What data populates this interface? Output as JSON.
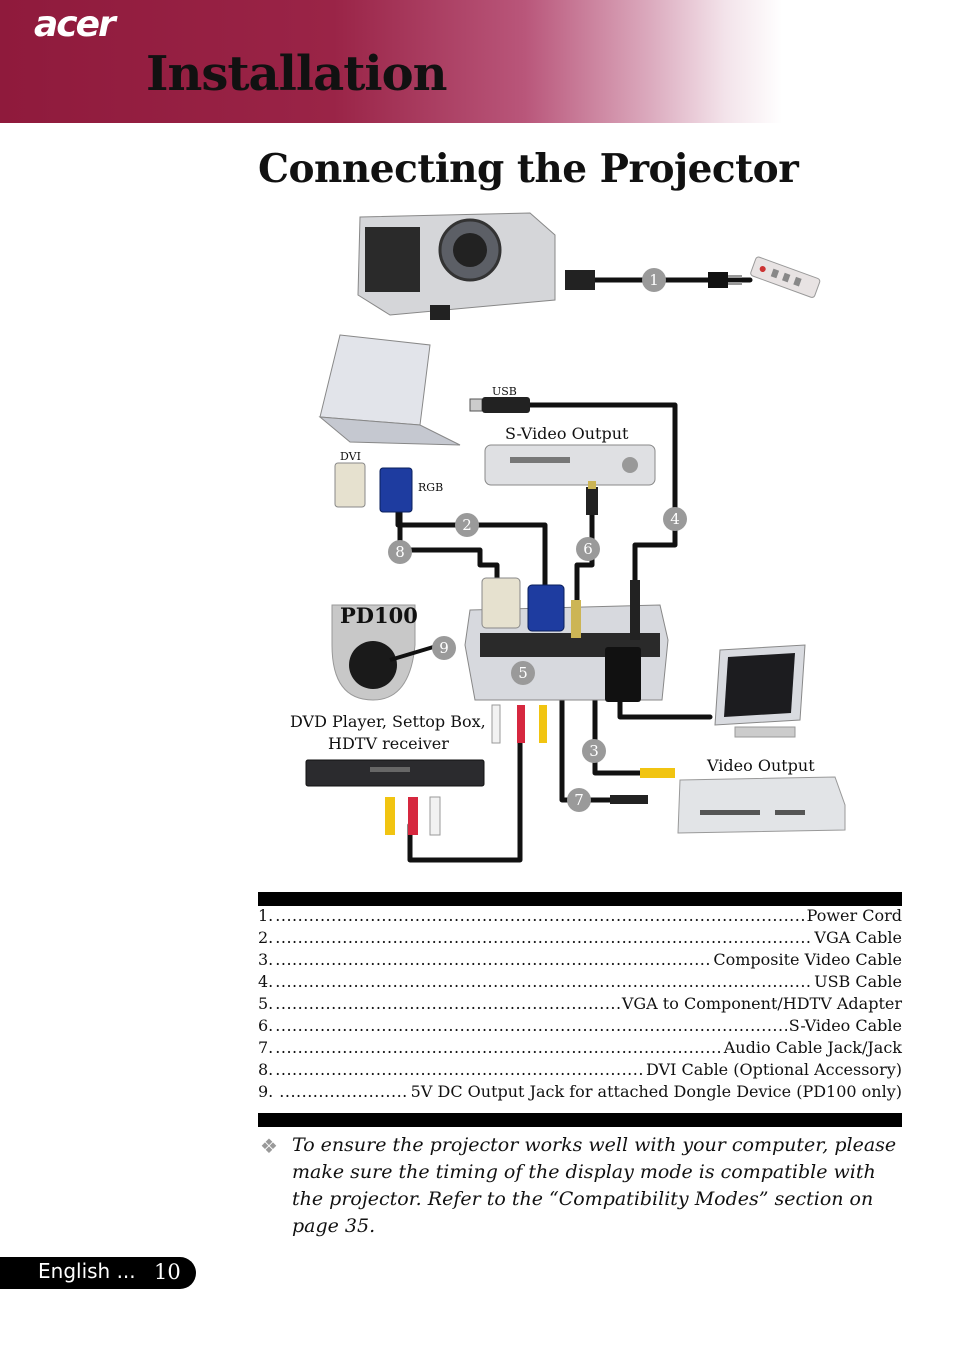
{
  "header": {
    "brand": "acer",
    "section": "Installation"
  },
  "page": {
    "title": "Connecting the Projector"
  },
  "diagram": {
    "labels": {
      "usb": "USB",
      "svideo_output": "S-Video Output",
      "dvi": "DVI",
      "rgb": "RGB",
      "pd100": "PD100",
      "dvd": "DVD Player, Settop Box,",
      "hdtv": "HDTV receiver",
      "video_output": "Video Output"
    },
    "callouts": [
      "1",
      "2",
      "3",
      "4",
      "5",
      "6",
      "7",
      "8",
      "9"
    ]
  },
  "items": [
    {
      "num": "1.",
      "label": "Power Cord"
    },
    {
      "num": "2.",
      "label": "VGA Cable"
    },
    {
      "num": "3.",
      "label": "Composite Video Cable"
    },
    {
      "num": "4.",
      "label": "USB Cable"
    },
    {
      "num": "5.",
      "label": "VGA to Component/HDTV Adapter"
    },
    {
      "num": "6.",
      "label": "S-Video Cable"
    },
    {
      "num": "7.",
      "label": "Audio Cable Jack/Jack"
    },
    {
      "num": "8.",
      "label": "DVI Cable (Optional Accessory)"
    },
    {
      "num": "9.",
      "label": "5V DC Output Jack for attached Dongle Device (PD100 only)"
    }
  ],
  "note": {
    "text": "To ensure the projector works well with your computer, please make sure the timing of the display mode is compatible with the projector.  Refer to the “Compatibility Modes” section on page 35."
  },
  "footer": {
    "language": "English ...",
    "page_number": "10"
  }
}
